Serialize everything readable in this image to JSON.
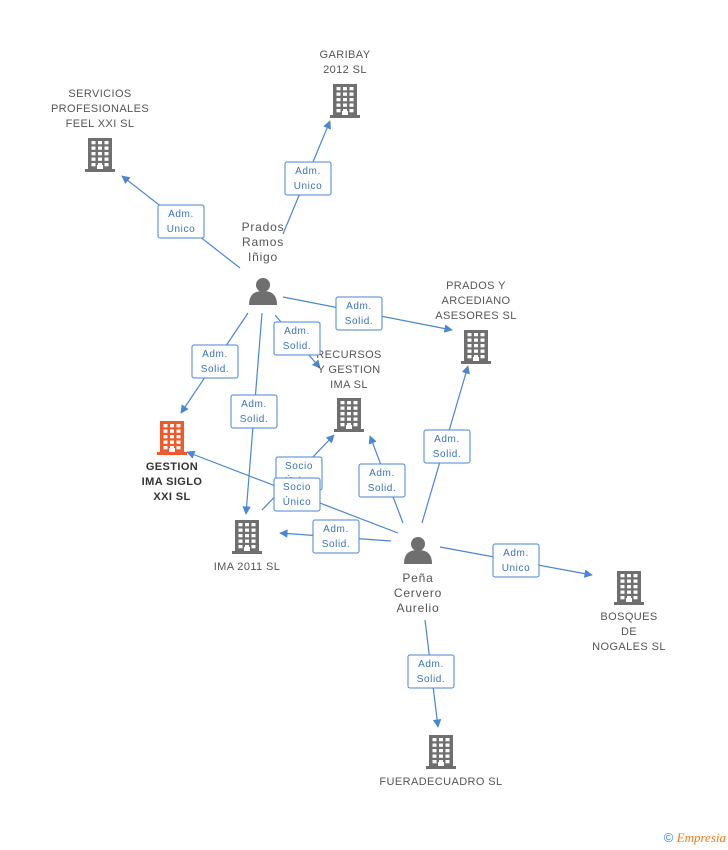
{
  "nodes": [
    {
      "id": "garibay",
      "type": "company",
      "lines": [
        "GARIBAY",
        "2012 SL"
      ]
    },
    {
      "id": "servicios",
      "type": "company",
      "lines": [
        "SERVICIOS",
        "PROFESIONALES",
        "FEEL XXI SL"
      ]
    },
    {
      "id": "prados_ramos",
      "type": "person",
      "lines": [
        "Prados",
        "Ramos",
        "Iñigo"
      ]
    },
    {
      "id": "prados_arcediano",
      "type": "company",
      "lines": [
        "PRADOS Y",
        "ARCEDIANO",
        "ASESORES SL"
      ]
    },
    {
      "id": "recursos",
      "type": "company",
      "lines": [
        "RECURSOS",
        "Y GESTION",
        "IMA SL"
      ]
    },
    {
      "id": "gestion_ima",
      "type": "company-main",
      "lines": [
        "GESTION",
        "IMA SIGLO",
        "XXI  SL"
      ]
    },
    {
      "id": "ima2011",
      "type": "company",
      "lines": [
        "IMA 2011 SL"
      ]
    },
    {
      "id": "pena",
      "type": "person",
      "lines": [
        "Peña",
        "Cervero",
        "Aurelio"
      ]
    },
    {
      "id": "bosques",
      "type": "company",
      "lines": [
        "BOSQUES",
        "DE",
        "NOGALES SL"
      ]
    },
    {
      "id": "fueradecuadro",
      "type": "company",
      "lines": [
        "FUERADECUADRO SL"
      ]
    }
  ],
  "edges": [
    {
      "from": "prados_ramos",
      "to": "garibay",
      "lines": [
        "Adm.",
        "Unico"
      ]
    },
    {
      "from": "prados_ramos",
      "to": "servicios",
      "lines": [
        "Adm.",
        "Unico"
      ]
    },
    {
      "from": "prados_ramos",
      "to": "prados_arcediano",
      "lines": [
        "Adm.",
        "Solid."
      ]
    },
    {
      "from": "prados_ramos",
      "to": "recursos",
      "lines": [
        "Adm.",
        "Solid."
      ]
    },
    {
      "from": "prados_ramos",
      "to": "gestion_ima",
      "lines": [
        "Adm.",
        "Solid."
      ]
    },
    {
      "from": "prados_ramos",
      "to": "ima2011",
      "lines": [
        "Adm.",
        "Solid."
      ]
    },
    {
      "from": "gestion_ima",
      "to": "recursos",
      "lines": [
        "Socio",
        "Único"
      ]
    },
    {
      "from": "gestion_ima",
      "to": "ima2011",
      "lines": [
        "Socio",
        "Único"
      ]
    },
    {
      "from": "pena",
      "to": "gestion_ima",
      "lines": [
        "Adm.",
        "Solid."
      ]
    },
    {
      "from": "pena",
      "to": "recursos",
      "lines": [
        "Adm.",
        "Solid."
      ]
    },
    {
      "from": "pena",
      "to": "ima2011",
      "lines": [
        "Adm.",
        "Solid."
      ]
    },
    {
      "from": "pena",
      "to": "prados_arcediano",
      "lines": [
        "Adm.",
        "Solid."
      ]
    },
    {
      "from": "pena",
      "to": "bosques",
      "lines": [
        "Adm.",
        "Unico"
      ]
    },
    {
      "from": "pena",
      "to": "fueradecuadro",
      "lines": [
        "Adm.",
        "Solid."
      ]
    }
  ],
  "colors": {
    "edge": "#4a86d1",
    "company_icon": "#6f6f6f",
    "main_company_icon": "#f0592a",
    "person_icon": "#6f6f6f"
  },
  "icons": {
    "company": "building-icon",
    "person": "person-icon"
  },
  "footer": {
    "copyright": "©",
    "brand": "Empresia"
  }
}
